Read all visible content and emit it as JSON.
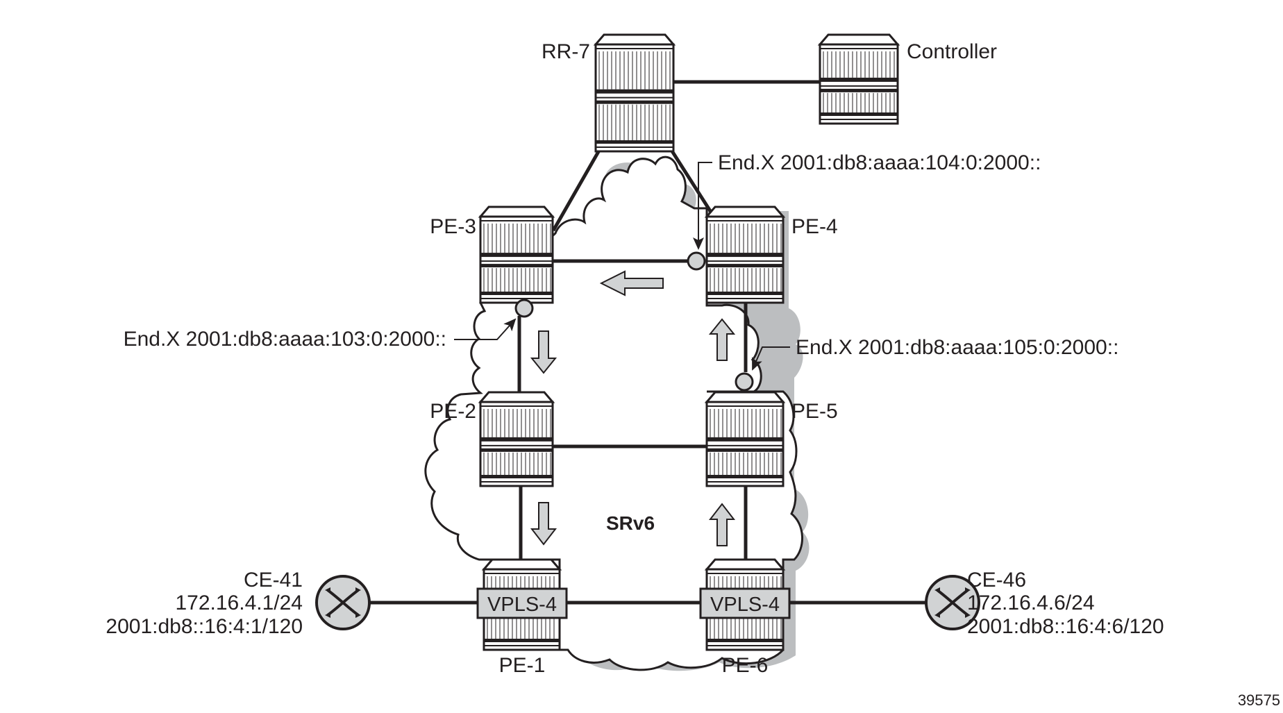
{
  "diagram": {
    "figure_id": "39575",
    "domain_label": "SRv6",
    "colors": {
      "stroke": "#231f20",
      "fill_gray": "#d1d3d4",
      "shadow": "#bcbec0",
      "background": "#ffffff"
    },
    "nodes": {
      "rr7": {
        "label": "RR-7",
        "type": "router"
      },
      "controller": {
        "label": "Controller",
        "type": "router"
      },
      "pe3": {
        "label": "PE-3",
        "type": "router"
      },
      "pe4": {
        "label": "PE-4",
        "type": "router"
      },
      "pe2": {
        "label": "PE-2",
        "type": "router"
      },
      "pe5": {
        "label": "PE-5",
        "type": "router"
      },
      "pe1": {
        "label": "PE-1",
        "type": "router",
        "service": "VPLS-4"
      },
      "pe6": {
        "label": "PE-6",
        "type": "router",
        "service": "VPLS-4"
      },
      "ce41": {
        "label": "CE-41",
        "ipv4": "172.16.4.1/24",
        "ipv6": "2001:db8::16:4:1/120",
        "type": "switch"
      },
      "ce46": {
        "label": "CE-46",
        "ipv4": "172.16.4.6/24",
        "ipv6": "2001:db8::16:4:6/120",
        "type": "switch"
      }
    },
    "links": [
      {
        "from": "RR-7",
        "to": "Controller"
      },
      {
        "from": "RR-7",
        "to": "PE-3"
      },
      {
        "from": "RR-7",
        "to": "PE-4"
      },
      {
        "from": "PE-3",
        "to": "PE-4"
      },
      {
        "from": "PE-3",
        "to": "PE-2"
      },
      {
        "from": "PE-4",
        "to": "PE-5"
      },
      {
        "from": "PE-2",
        "to": "PE-5"
      },
      {
        "from": "PE-2",
        "to": "PE-1"
      },
      {
        "from": "PE-5",
        "to": "PE-6"
      },
      {
        "from": "PE-1",
        "to": "PE-6"
      },
      {
        "from": "CE-41",
        "to": "PE-1"
      },
      {
        "from": "PE-6",
        "to": "CE-46"
      }
    ],
    "endx_annotations": [
      {
        "label": "End.X 2001:db8:aaaa:104:0:2000::",
        "node": "PE-4",
        "toward": "PE-3"
      },
      {
        "label": "End.X 2001:db8:aaaa:103:0:2000::",
        "node": "PE-3",
        "toward": "PE-2"
      },
      {
        "label": "End.X 2001:db8:aaaa:105:0:2000::",
        "node": "PE-5",
        "toward": "PE-4"
      }
    ],
    "flow_arrows": [
      {
        "segment": "PE-6 to PE-5",
        "direction": "up"
      },
      {
        "segment": "PE-5 to PE-4",
        "direction": "up"
      },
      {
        "segment": "PE-4 to PE-3",
        "direction": "left"
      },
      {
        "segment": "PE-3 to PE-2",
        "direction": "down"
      },
      {
        "segment": "PE-2 to PE-1",
        "direction": "down"
      }
    ]
  }
}
